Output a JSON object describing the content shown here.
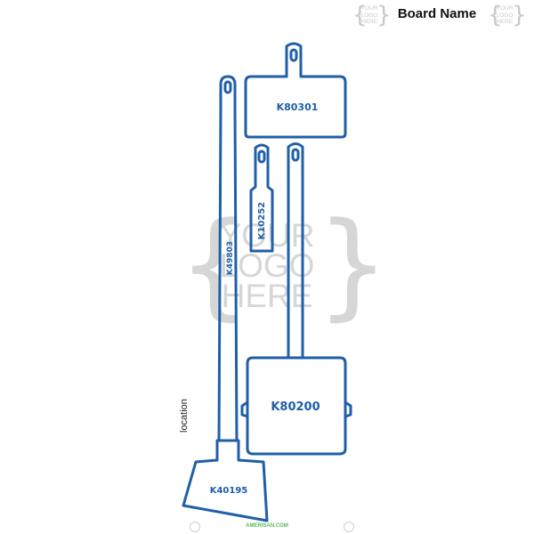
{
  "board": {
    "title": "Board Name",
    "location_label": "location",
    "footer_url": "AMERISAN.COM"
  },
  "logo_placeholder": {
    "small_lines": [
      "YOUR",
      "LOGO",
      "HERE"
    ],
    "watermark_lines": [
      "YOUR",
      "LOGO",
      "HERE"
    ]
  },
  "tools": {
    "broom_code": "K49803",
    "dustpan_handheld_code": "K80301",
    "brush_code": "K10252",
    "lobby_dustpan_code": "K80200",
    "broom_head_code": "K40195"
  },
  "colors": {
    "outline": "#1f5fa8",
    "watermark": "#d6d6d6",
    "footer_url": "#5cb85c"
  }
}
